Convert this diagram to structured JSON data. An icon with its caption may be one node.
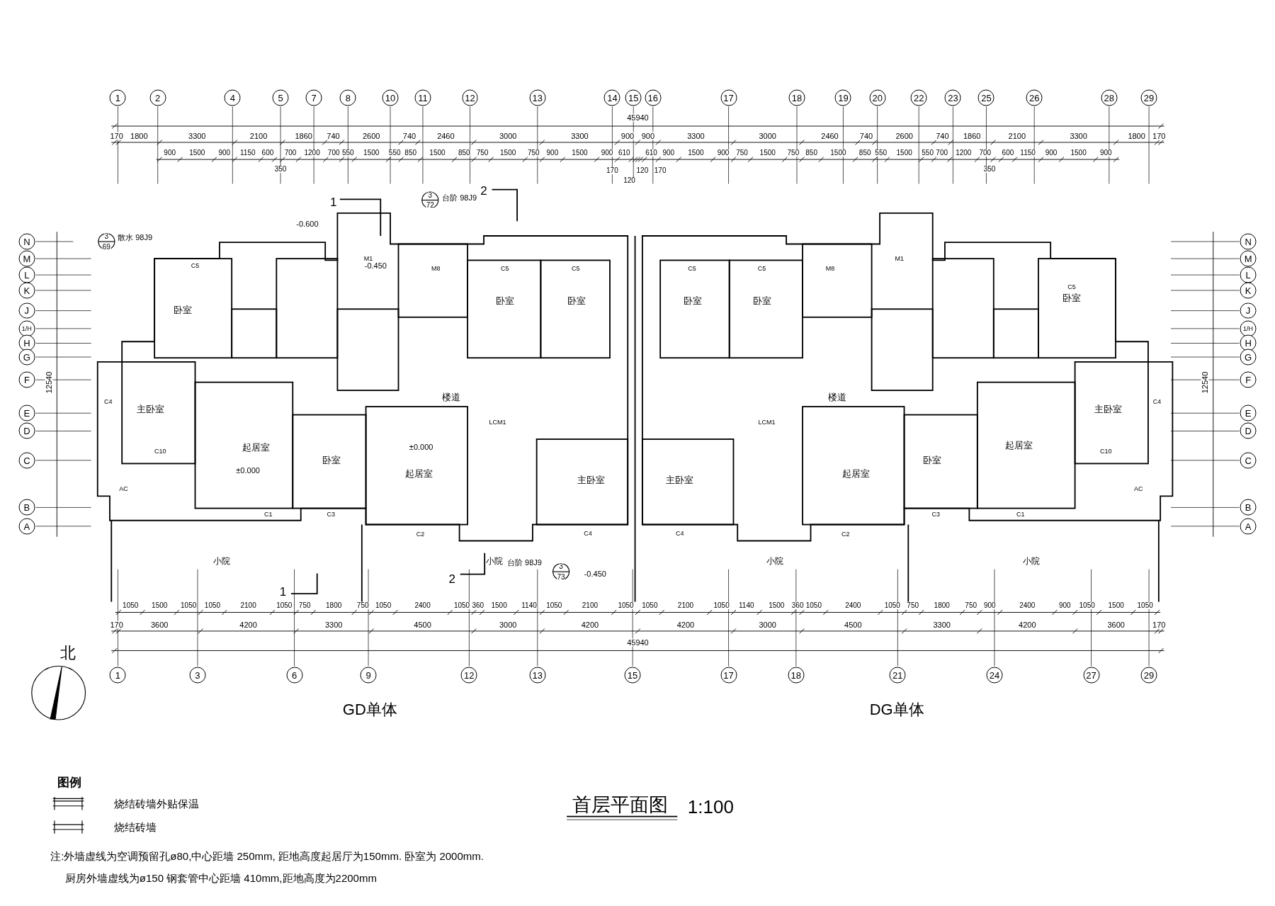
{
  "diagram": {
    "title": "首层平面图",
    "labels": [
      "1",
      "2",
      "4",
      "5",
      "7",
      "8",
      "10",
      "11",
      "12",
      "13",
      "14",
      "15",
      "16",
      "17",
      "18",
      "19",
      "20",
      "22",
      "23",
      "25",
      "26",
      "28",
      "29",
      "45940",
      "170",
      "1800",
      "3300",
      "2100",
      "1860",
      "740",
      "2600",
      "740",
      "2460",
      "3000",
      "3300",
      "900",
      "900",
      "3300",
      "3000",
      "2460",
      "740",
      "2600",
      "740",
      "1860",
      "2100",
      "3300",
      "1800",
      "170",
      "900",
      "1500",
      "900",
      "1150",
      "600",
      "350",
      "700",
      "1200",
      "700",
      "550",
      "1500",
      "550",
      "850",
      "1500",
      "850",
      "750",
      "1500",
      "750",
      "900",
      "1500",
      "900",
      "610",
      "170",
      "120",
      "120",
      "170",
      "610",
      "900",
      "1500",
      "900",
      "750",
      "1500",
      "750",
      "850",
      "1500",
      "850",
      "550",
      "1500",
      "550",
      "700",
      "1200",
      "700",
      "350",
      "600",
      "1150",
      "900",
      "1500",
      "900",
      "N",
      "M",
      "L",
      "K",
      "J",
      "1/H",
      "H",
      "G",
      "F",
      "E",
      "D",
      "C",
      "B",
      "A",
      "N",
      "M",
      "L",
      "K",
      "J",
      "1/H",
      "H",
      "G",
      "F",
      "E",
      "D",
      "C",
      "B",
      "A",
      "12540",
      "12540",
      "1050",
      "1500",
      "1050",
      "1050",
      "2100",
      "1050",
      "750",
      "1800",
      "750",
      "1050",
      "2400",
      "1050",
      "360",
      "1500",
      "1140",
      "1050",
      "2100",
      "1050",
      "1050",
      "2100",
      "1050",
      "1140",
      "1500",
      "360",
      "1050",
      "2400",
      "1050",
      "750",
      "1800",
      "750",
      "900",
      "2400",
      "900",
      "1050",
      "1500",
      "1050",
      "170",
      "3600",
      "4200",
      "3300",
      "4500",
      "3000",
      "4200",
      "4200",
      "3000",
      "4500",
      "3300",
      "4200",
      "3600",
      "170",
      "45940",
      "1",
      "3",
      "6",
      "9",
      "12",
      "13",
      "15",
      "17",
      "18",
      "21",
      "24",
      "27",
      "29",
      "卧室",
      "主卧室",
      "起居室",
      "卧室",
      "起居室",
      "楼道",
      "卧室",
      "卧室",
      "主卧室",
      "卧室",
      "卧室",
      "主卧室",
      "楼道",
      "起居室",
      "卧室",
      "起居室",
      "主卧室",
      "卧室",
      "小院",
      "小院",
      "小院",
      "小院",
      "±0.000",
      "±0.000",
      "-0.600",
      "-0.450",
      "-0.450",
      "3",
      "69",
      "散水 98J9",
      "3",
      "72",
      "台阶 98J9",
      "台阶 98J9",
      "3",
      "73",
      "1",
      "2",
      "1",
      "2",
      "GD单体",
      "DG单体",
      "北",
      "图例",
      "注:外墙虚线为空调预留孔ø80,中心距墙  250mm, 距地高度起居厅为150mm. 卧室为 2000mm.",
      "厨房外墙虚线为ø150 钢套管中心距墙 410mm,距地高度为2200mm",
      "1:100",
      "C5",
      "C5",
      "C5",
      "C5",
      "C5",
      "C5",
      "M1",
      "M1",
      "M8",
      "M8",
      "C4",
      "C4",
      "C10",
      "C10",
      "C1",
      "C1",
      "C2",
      "C2",
      "C3",
      "C3",
      "C4",
      "C4",
      "LCM1",
      "LCM1",
      "AC",
      "AC"
    ],
    "legend": [
      {
        "text": "烧结砖墙外贴保温"
      },
      {
        "text": "烧结砖墙"
      }
    ]
  }
}
